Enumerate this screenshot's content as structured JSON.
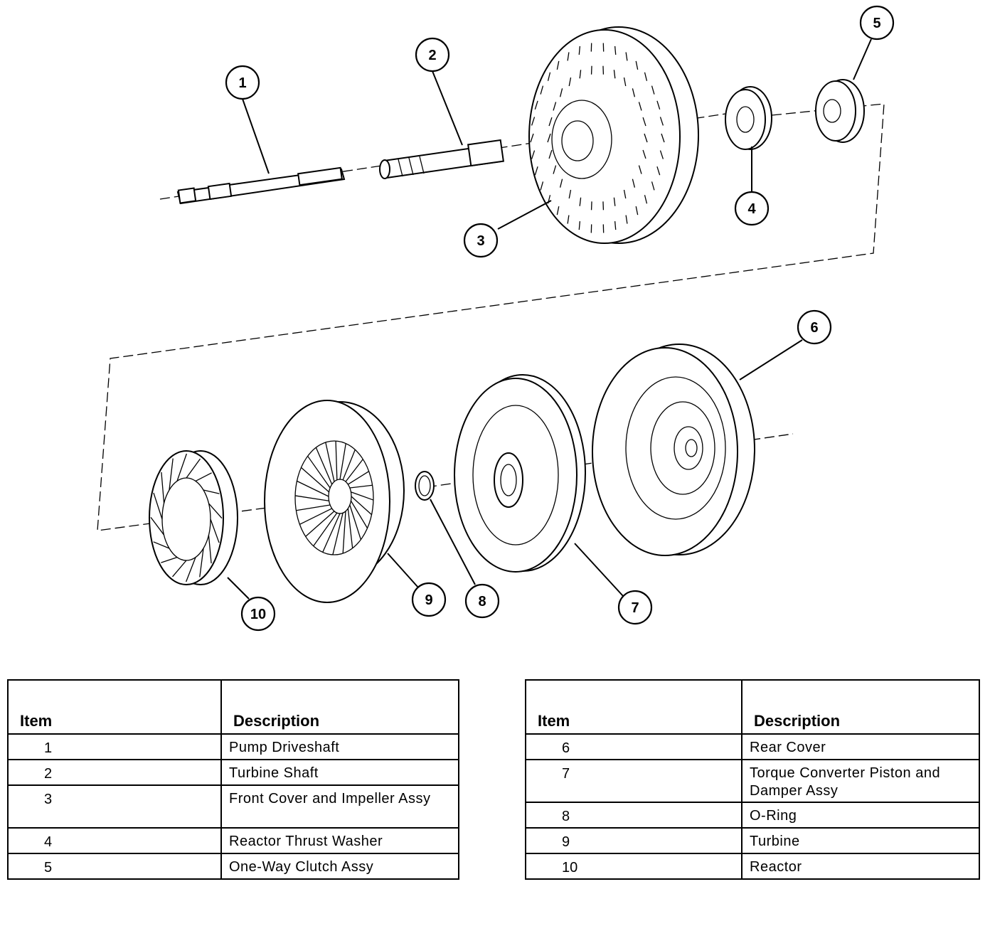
{
  "callouts": [
    "1",
    "2",
    "3",
    "4",
    "5",
    "6",
    "7",
    "8",
    "9",
    "10"
  ],
  "legend_left": {
    "header_item": "Item",
    "header_desc": "Description",
    "rows": [
      {
        "item": "1",
        "desc": "Pump Driveshaft"
      },
      {
        "item": "2",
        "desc": "Turbine Shaft"
      },
      {
        "item": "3",
        "desc": "Front Cover and Impeller Assy"
      },
      {
        "item": "4",
        "desc": "Reactor Thrust Washer"
      },
      {
        "item": "5",
        "desc": "One-Way Clutch Assy"
      }
    ]
  },
  "legend_right": {
    "header_item": "Item",
    "header_desc": "Description",
    "rows": [
      {
        "item": "6",
        "desc": "Rear Cover"
      },
      {
        "item": "7",
        "desc": "Torque Converter Piston and Damper Assy"
      },
      {
        "item": "8",
        "desc": "O-Ring"
      },
      {
        "item": "9",
        "desc": "Turbine"
      },
      {
        "item": "10",
        "desc": "Reactor"
      }
    ]
  }
}
